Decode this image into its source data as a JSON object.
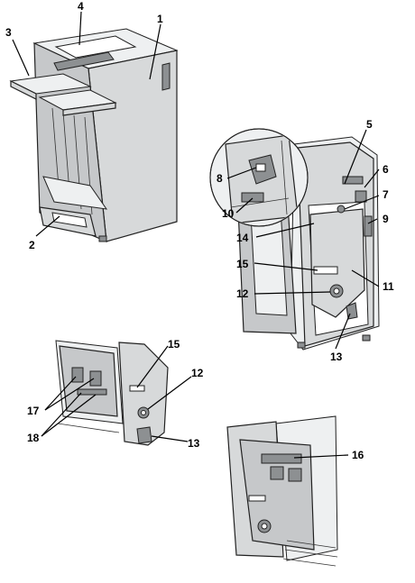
{
  "callouts": {
    "c1": "1",
    "c2": "2",
    "c3": "3",
    "c4": "4",
    "c5": "5",
    "c6": "6",
    "c7": "7",
    "c8": "8",
    "c9": "9",
    "c10": "10",
    "c11": "11",
    "c12": "12",
    "c13": "13",
    "c14": "14",
    "c15": "15",
    "b15": "15",
    "b12": "12",
    "b13": "13",
    "b17": "17",
    "b18": "18",
    "d16": "16"
  },
  "colors": {
    "unit_body": "#d7d9da",
    "unit_shade": "#c6c8ca",
    "detail_dark": "#8d9092",
    "background": "#ffffff"
  }
}
